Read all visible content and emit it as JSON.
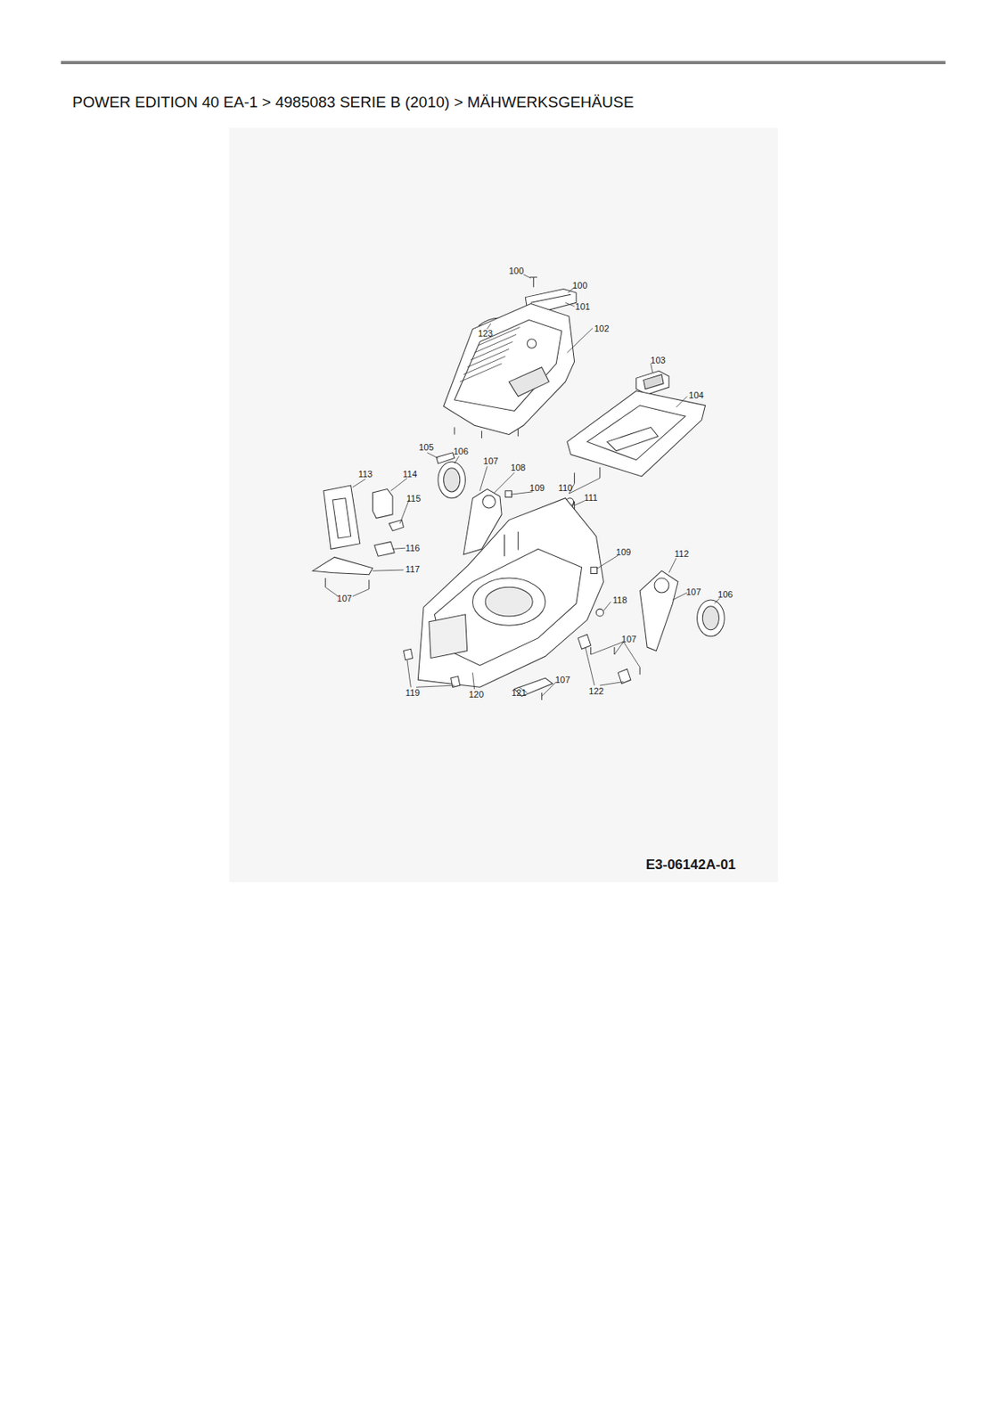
{
  "diagram": {
    "title": "POWER EDITION 40 EA-1  >  4985083 SERIE B (2010)  >  MÄHWERKSGEHÄUSE",
    "labels": [
      "100",
      "100",
      "101",
      "123",
      "102",
      "103",
      "104",
      "105",
      "106",
      "107",
      "108",
      "109",
      "110",
      "111",
      "113",
      "114",
      "115",
      "116",
      "117",
      "107",
      "109",
      "112",
      "107",
      "106",
      "118",
      "107",
      "119",
      "120",
      "121",
      "107",
      "122",
      "E3-06142A-01"
    ]
  }
}
